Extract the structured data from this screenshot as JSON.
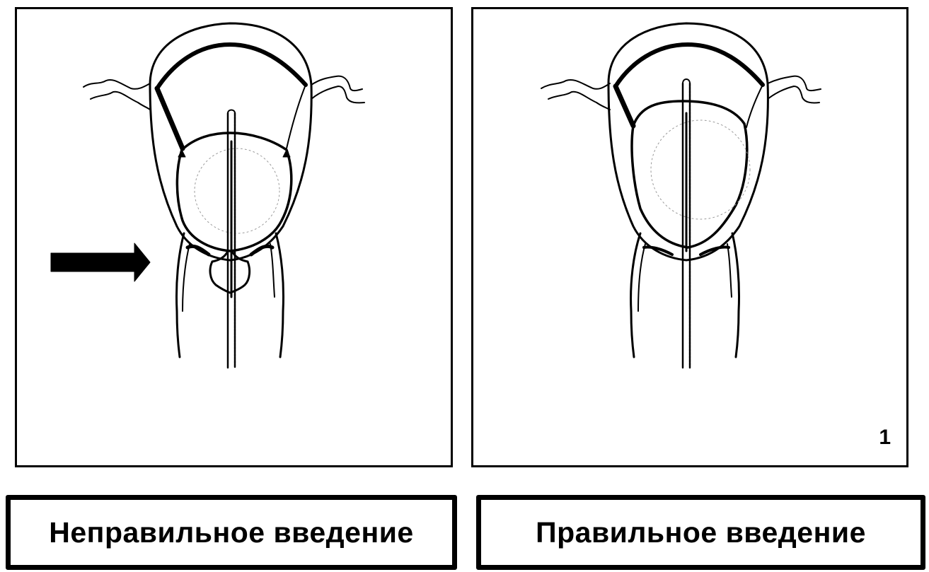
{
  "figure": {
    "panels": [
      {
        "id": "left",
        "state": "incorrect",
        "label": "Неправильное введение",
        "has_indicator_arrow": true,
        "arrow_direction": "right",
        "balloon_position": "partially in uterus, cervical bulge visible"
      },
      {
        "id": "right",
        "state": "correct",
        "label": "Правильное введение",
        "panel_number": "1",
        "has_indicator_arrow": false,
        "balloon_position": "fully inside uterine cavity"
      }
    ]
  },
  "colors": {
    "ink": "#000000",
    "background": "#ffffff",
    "faint": "#9a9a9a"
  }
}
